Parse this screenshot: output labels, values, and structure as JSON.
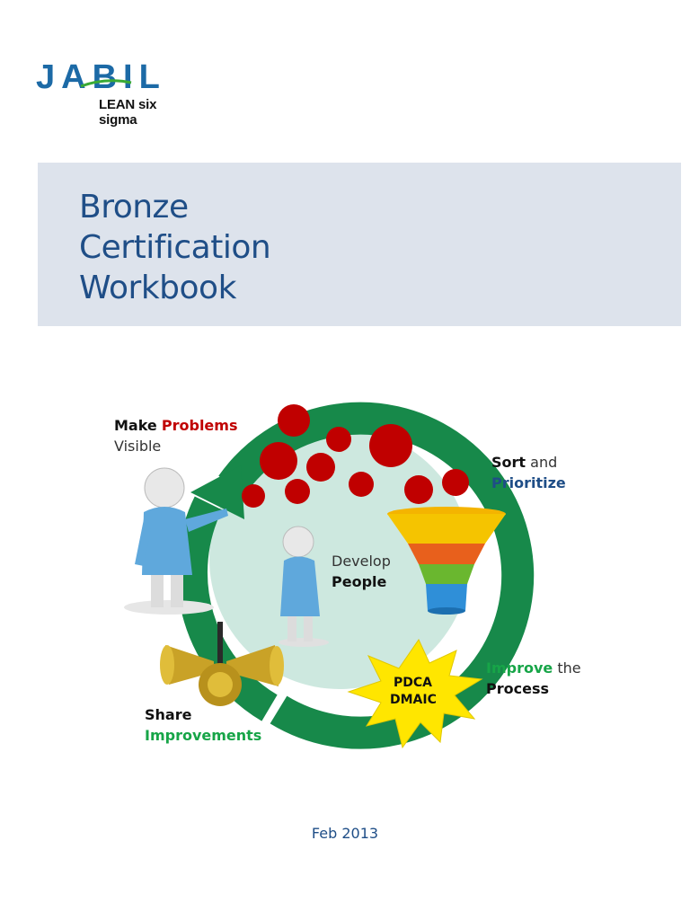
{
  "logo": {
    "name": "JABIL",
    "tagline": "LEAN six sigma"
  },
  "title": {
    "line1": "Bronze",
    "line2": "Certification",
    "line3": "Workbook"
  },
  "diagram": {
    "make": "Make",
    "problems": "Problems",
    "visible": "Visible",
    "sort": "Sort",
    "and": "and",
    "prioritize": "Prioritize",
    "develop": "Develop",
    "people": "People",
    "improve": "Improve",
    "the": "the",
    "process": "Process",
    "share": "Share",
    "improvements": "Improvements",
    "pdca": "PDCA",
    "dmaic": "DMAIC"
  },
  "footer": {
    "date": "Feb 2013"
  },
  "colors": {
    "title_blue": "#1f4e87",
    "band": "#dde3ec",
    "ring_green": "#17894a",
    "problem_red": "#c00000"
  }
}
